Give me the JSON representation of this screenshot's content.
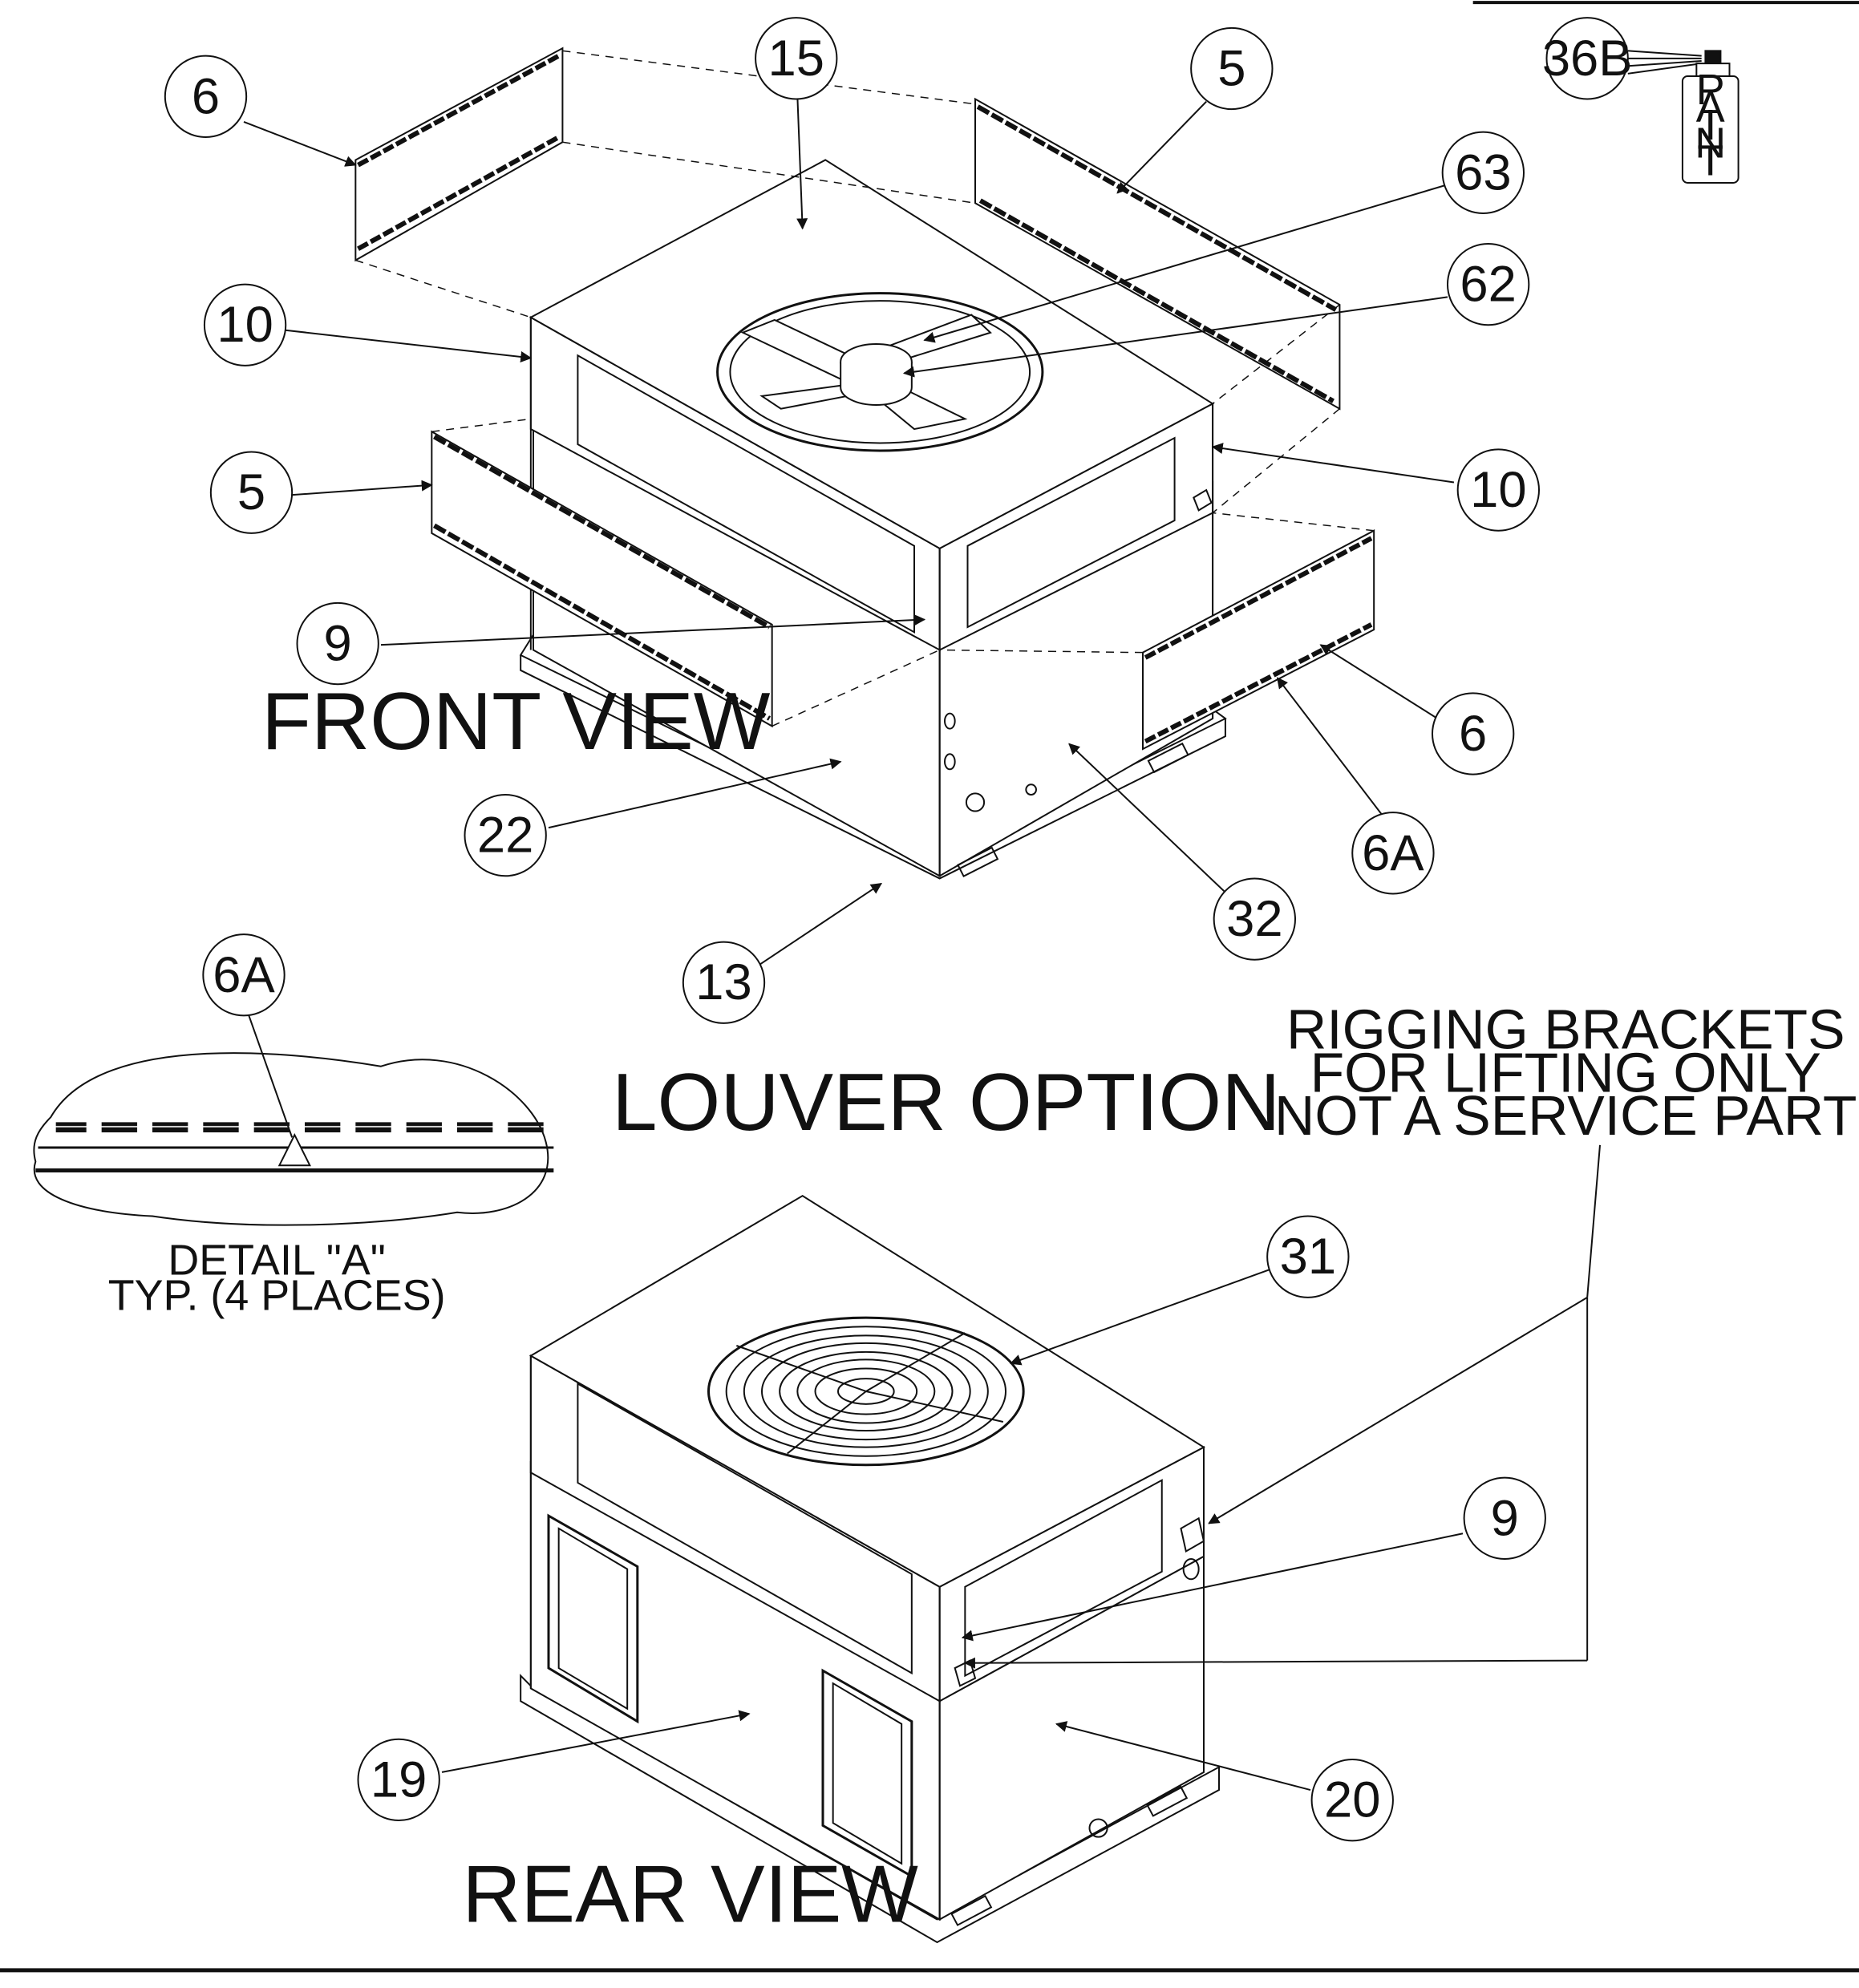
{
  "labels": {
    "front_view": "FRONT VIEW",
    "louver_option": "LOUVER OPTION",
    "rear_view": "REAR VIEW",
    "rigging_line1": "RIGGING BRACKETS",
    "rigging_line2": "FOR LIFTING ONLY",
    "rigging_line3": "NOT A SERVICE PART",
    "detail_line1": "DETAIL \"A\"",
    "detail_line2": "TYP. (4 PLACES)",
    "paint_letters": [
      "P",
      "A",
      "I",
      "N",
      "T"
    ]
  },
  "callouts": {
    "c6_top_left": "6",
    "c15": "15",
    "c5_top_right": "5",
    "c36b": "36B",
    "c63": "63",
    "c62": "62",
    "c10_left": "10",
    "c10_right": "10",
    "c5_left": "5",
    "c9_front": "9",
    "c6_right": "6",
    "c6a_front": "6A",
    "c22": "22",
    "c32": "32",
    "c13": "13",
    "c6a_detail": "6A",
    "c31": "31",
    "c9_rear": "9",
    "c19": "19",
    "c20": "20"
  }
}
